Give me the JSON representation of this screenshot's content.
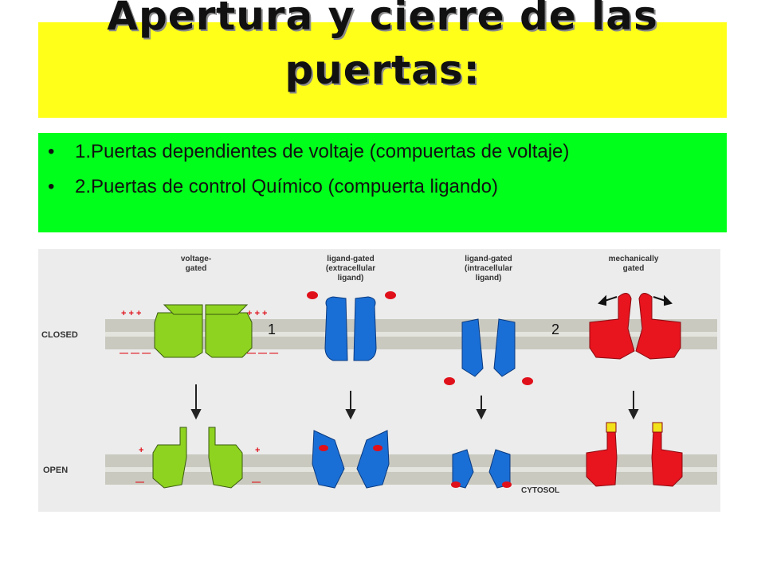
{
  "title": "Apertura y cierre de las puertas:",
  "bullets": [
    "1.Puertas dependientes de voltaje (compuertas de voltaje)",
    "2.Puertas de control Químico (compuerta ligando)"
  ],
  "diagram": {
    "columns": [
      {
        "line1": "voltage-",
        "line2": "gated",
        "line3": ""
      },
      {
        "line1": "ligand-gated",
        "line2": "(extracellular",
        "line3": "ligand)"
      },
      {
        "line1": "ligand-gated",
        "line2": "(intracellular",
        "line3": "ligand)"
      },
      {
        "line1": "mechanically",
        "line2": "gated",
        "line3": ""
      }
    ],
    "closed_label": "CLOSED",
    "open_label": "OPEN",
    "cytosol_label": "CYTOSOL",
    "marker_1": "1",
    "marker_2": "2",
    "charges_top_closed": "+ + +",
    "charges_bottom_closed": "— — —",
    "charge_plus": "+",
    "charge_minus": "—"
  },
  "colors": {
    "title_band": "#ffff1a",
    "bullets_band": "#00ff1a",
    "voltage_gate": "#8fd321",
    "ligand_gate": "#1a6fd6",
    "ligand": "#e0101a",
    "mechanical_gate": "#e8141e",
    "mechanical_open_tip": "#f2e21a",
    "membrane": "#c9c9c0"
  }
}
